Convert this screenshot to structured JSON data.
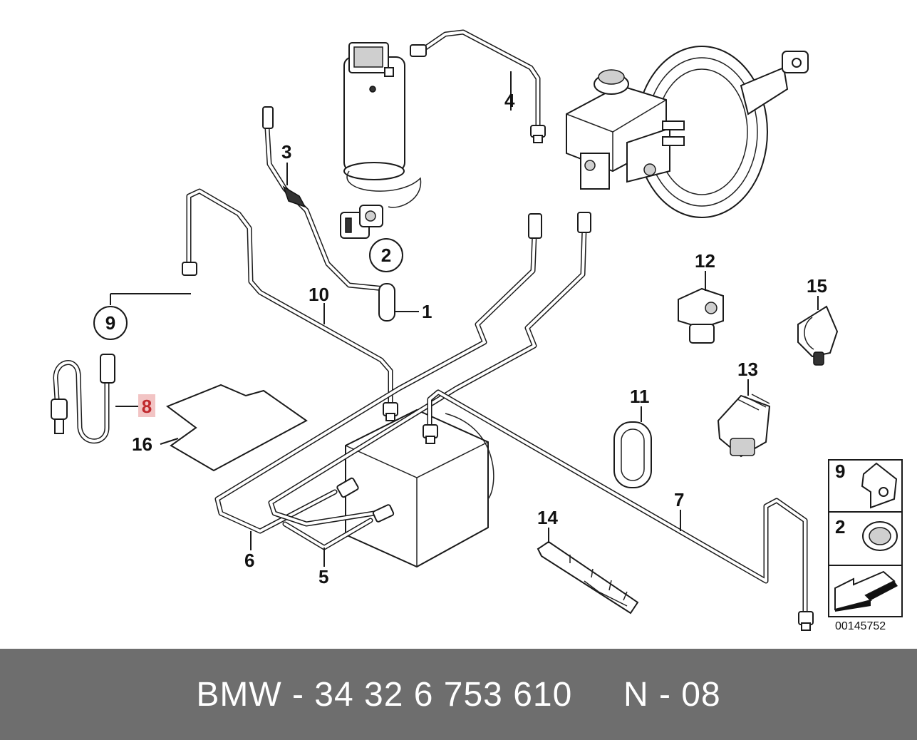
{
  "diagram": {
    "labels": {
      "l1": "1",
      "l2": "2",
      "l3": "3",
      "l4": "4",
      "l5": "5",
      "l6": "6",
      "l7": "7",
      "l8": "8",
      "l9": "9",
      "l10": "10",
      "l11": "11",
      "l12": "12",
      "l13": "13",
      "l14": "14",
      "l15": "15",
      "l16": "16"
    },
    "highlighted_part": "8",
    "highlight_color": "#c0282d",
    "legend": {
      "item_a": "9",
      "item_b": "2"
    },
    "document_number": "00145752"
  },
  "footer": {
    "text": "BMW - 34 32 6 753 610     N - 08",
    "background": "#6e6e6e"
  }
}
